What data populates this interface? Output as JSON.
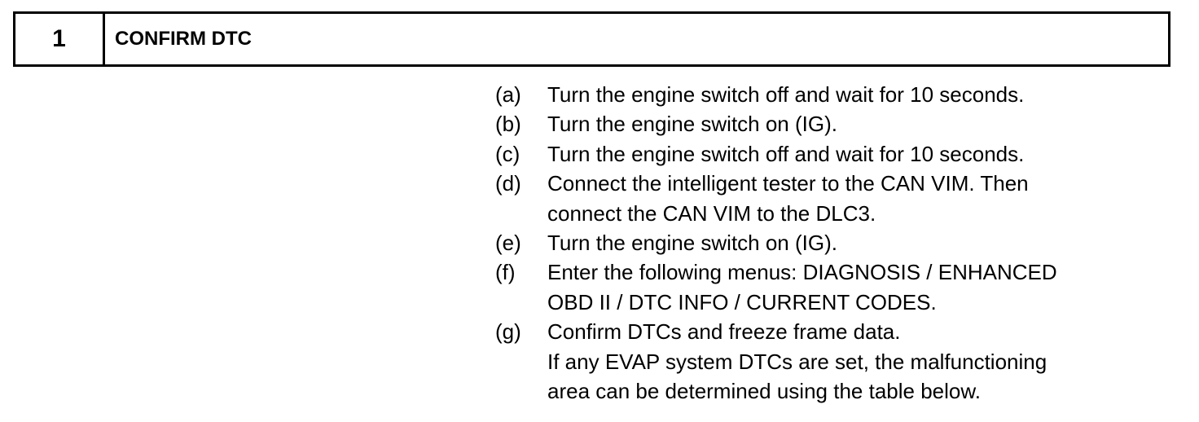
{
  "step": {
    "number": "1",
    "title": "CONFIRM DTC"
  },
  "instructions": [
    {
      "marker": "(a)",
      "lines": [
        "Turn the engine switch off and wait for 10 seconds."
      ]
    },
    {
      "marker": "(b)",
      "lines": [
        "Turn the engine switch on (IG)."
      ]
    },
    {
      "marker": "(c)",
      "lines": [
        "Turn the engine switch off and wait for 10 seconds."
      ]
    },
    {
      "marker": "(d)",
      "lines": [
        "Connect the intelligent tester to the CAN VIM. Then",
        "connect the CAN VIM to the DLC3."
      ]
    },
    {
      "marker": "(e)",
      "lines": [
        "Turn the engine switch on (IG)."
      ]
    },
    {
      "marker": "(f)",
      "lines": [
        "Enter the following menus: DIAGNOSIS / ENHANCED",
        "OBD II / DTC INFO / CURRENT CODES."
      ]
    },
    {
      "marker": "(g)",
      "lines": [
        "Confirm DTCs and freeze frame data.",
        "If any EVAP system DTCs are set, the malfunctioning",
        "area can be determined using the table below."
      ]
    }
  ]
}
